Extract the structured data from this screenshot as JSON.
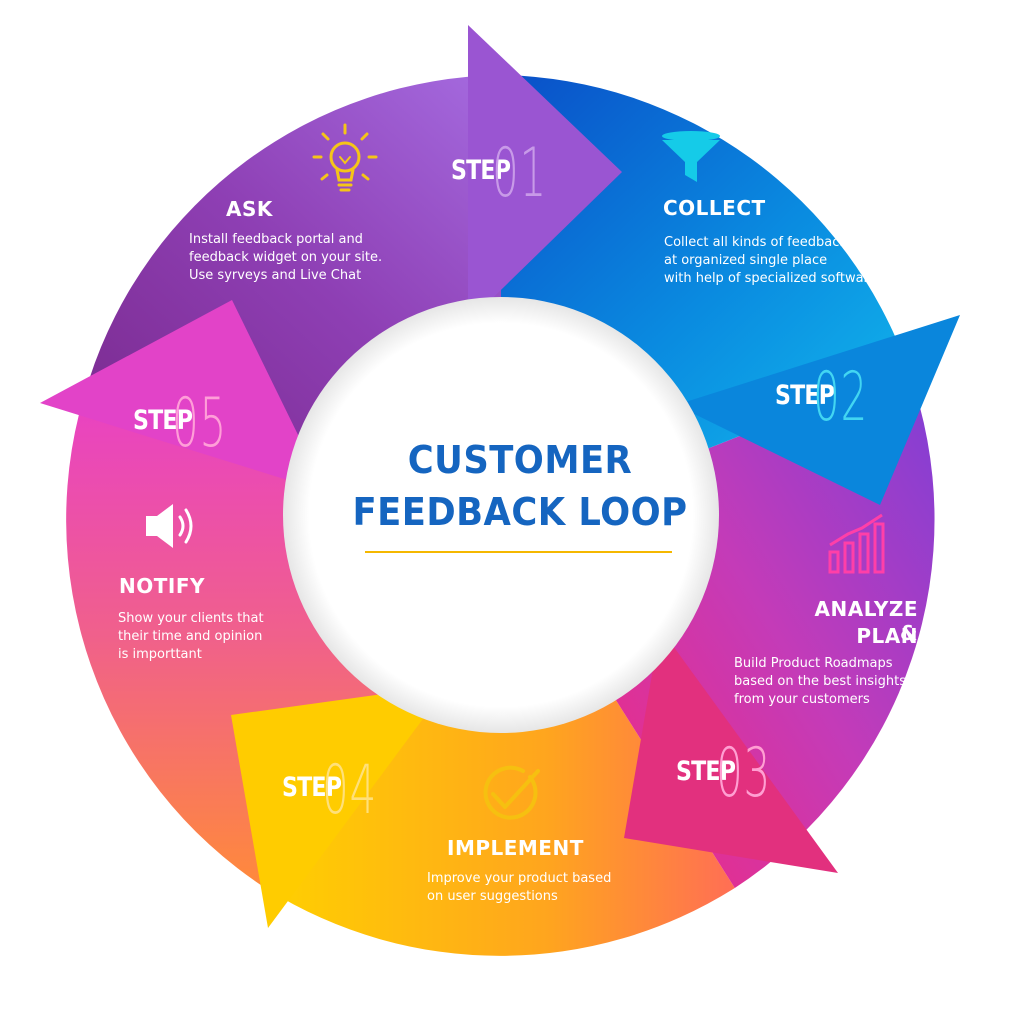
{
  "title": {
    "line1": "CUSTOMER",
    "line2": "FEEDBACK LOOP"
  },
  "colors": {
    "title": "#1565c0",
    "underline": "#f5b800",
    "step1": "#8e3bb8",
    "step2": "#0a7fd8",
    "step3": "#e8308a",
    "step4": "#ffb300",
    "step5": "#e8489c"
  },
  "steps": [
    {
      "word": "STEP",
      "number": "01",
      "title": "ASK",
      "description": "Install feedback portal and\nfeedback widget on your site.\nUse syrveys and Live Chat",
      "icon": "lightbulb-icon"
    },
    {
      "word": "STEP",
      "number": "02",
      "title": "COLLECT",
      "description": "Collect all kinds of feedback\nat organized single place\nwith help of specialized software",
      "icon": "funnel-icon"
    },
    {
      "word": "STEP",
      "number": "03",
      "title_line1": "ANALYZE &",
      "title_line2": "PLAN",
      "description": "Build Product Roadmaps\nbased on the best insights\nfrom your customers",
      "icon": "bar-chart-icon"
    },
    {
      "word": "STEP",
      "number": "04",
      "title": "IMPLEMENT",
      "description": "Improve your product based\non user suggestions",
      "icon": "check-circle-icon"
    },
    {
      "word": "STEP",
      "number": "05",
      "title": "NOTIFY",
      "description": "Show your clients that\ntheir time and opinion\nis importtant",
      "icon": "speaker-icon"
    }
  ]
}
